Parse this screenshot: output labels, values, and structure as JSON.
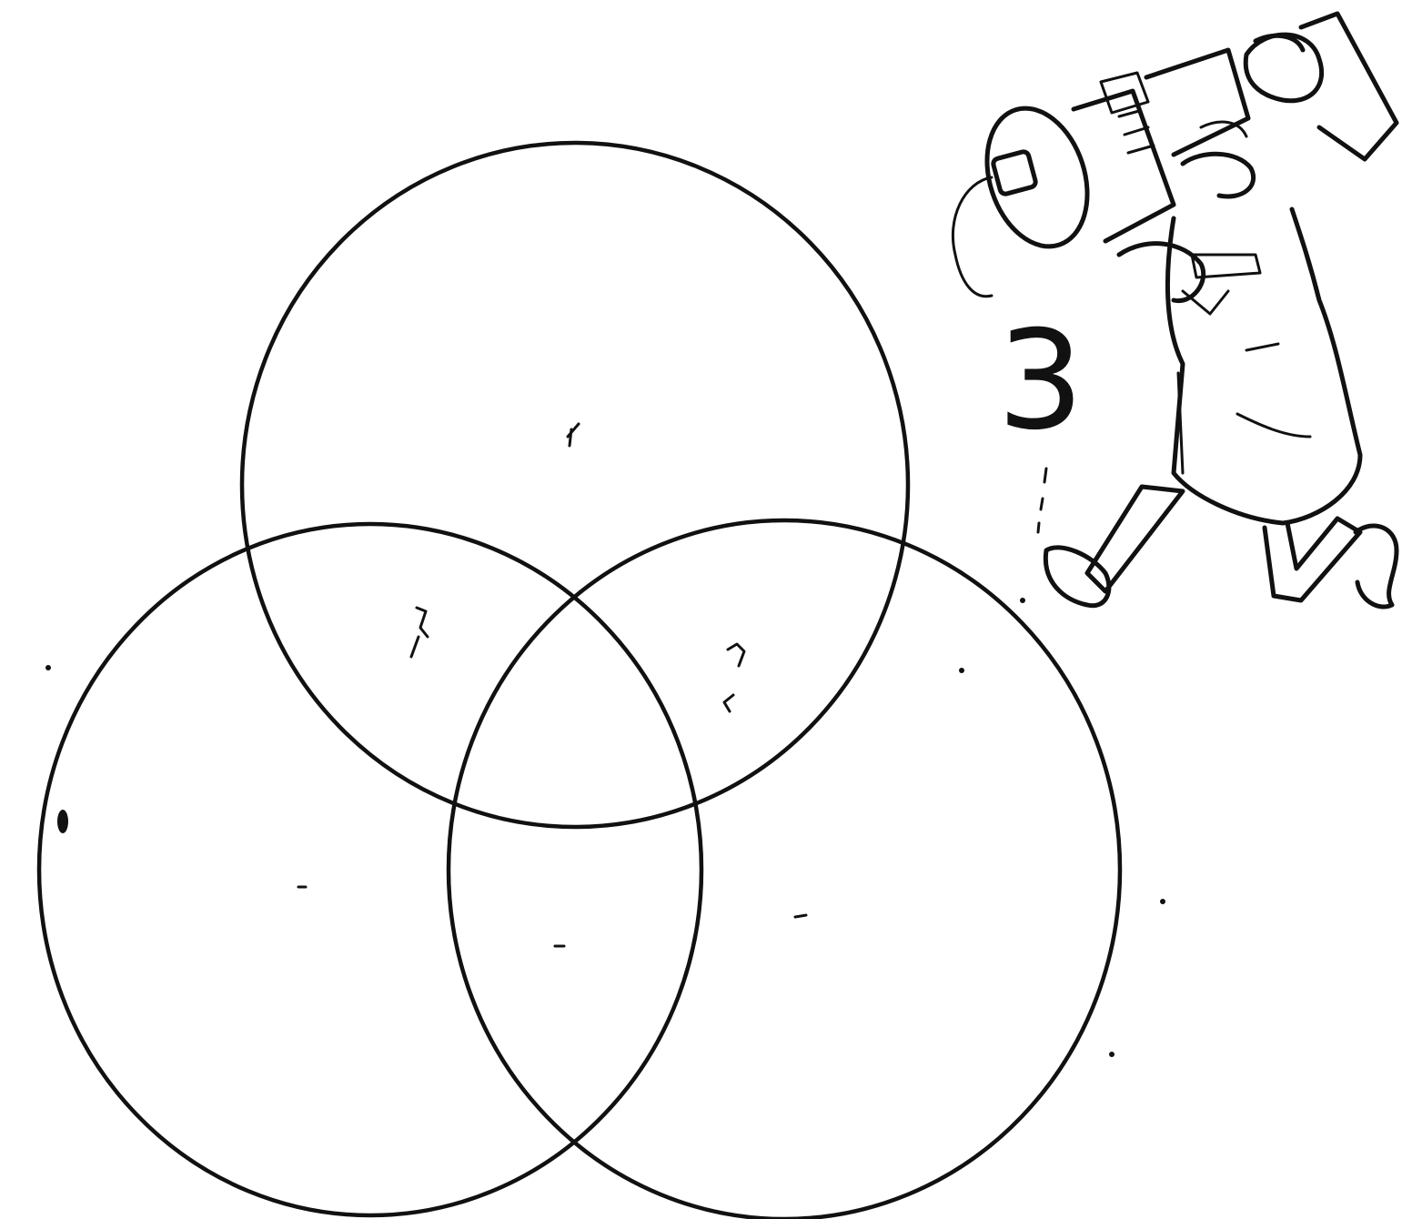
{
  "illustration": {
    "number": "3",
    "character": "photographer-with-camera",
    "ink_color": "#111111",
    "background_color": "#ffffff"
  },
  "diagram": {
    "type": "venn",
    "circle_count": 3
  }
}
